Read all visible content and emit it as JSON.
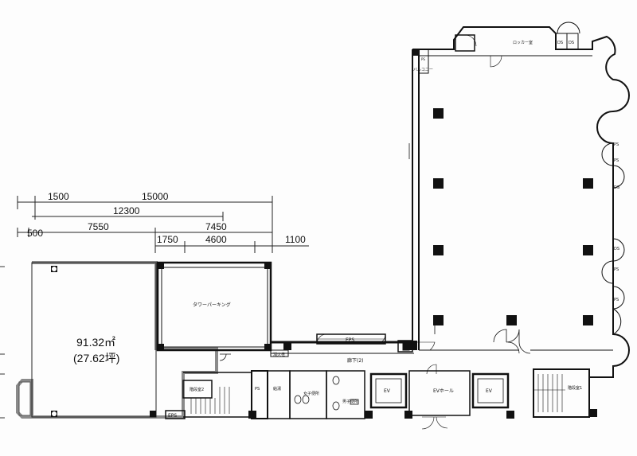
{
  "dimensions": {
    "row1": [
      "1500",
      "15000"
    ],
    "row2": [
      "12300"
    ],
    "row3": [
      "500",
      "7550",
      "7450"
    ],
    "row4": [
      "1750",
      "4600",
      "1100"
    ]
  },
  "area": {
    "sqm": "91.32㎡",
    "tsubo": "(27.62坪)"
  },
  "rooms": {
    "tower_parking": "タワーパーキング",
    "corridor": "廊下(2)",
    "eps_top": "EPS",
    "eps_bottom": "EPS",
    "fire_storage": "消火栓",
    "stair_2": "階段室2",
    "stair_1": "階段室1",
    "ps": "PS",
    "water_supply": "給湯",
    "womens_wc": "女子便所",
    "mens_wc": "男子便所",
    "ev_left": "EV",
    "ev_hall": "EVホール",
    "ev_right": "EV",
    "locker": "ロッカー室",
    "ds_top_1": "DS",
    "ds_top_2": "DS",
    "balcony": "バルコニー",
    "ps_top": "PS",
    "side_ps_1": "PS",
    "side_ps_2": "PS",
    "side_ds_1": "DS",
    "side_ds_2": "DS",
    "side_ps_3": "PS",
    "side_ps_4": "PS"
  }
}
